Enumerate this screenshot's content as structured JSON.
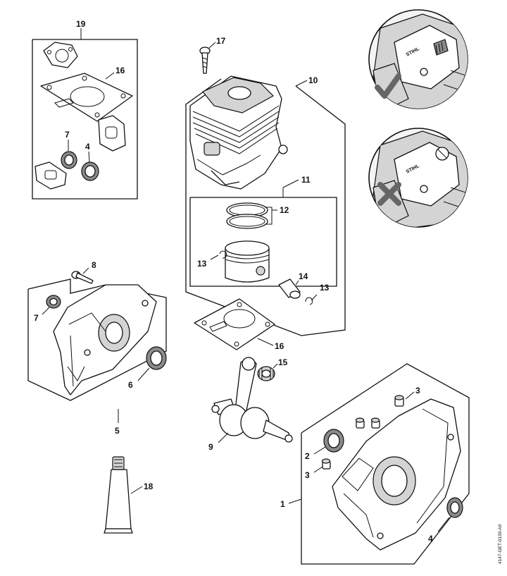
{
  "drawing_code": "4147-GET-0130-A0",
  "brand_text": "STIHL",
  "callouts": {
    "c19": "19",
    "c16a": "16",
    "c7a": "7",
    "c4a": "4",
    "c17": "17",
    "c10": "10",
    "c11": "11",
    "c12": "12",
    "c13a": "13",
    "c14": "14",
    "c13b": "13",
    "c16b": "16",
    "c8": "8",
    "c7b": "7",
    "c6": "6",
    "c5": "5",
    "c15": "15",
    "c9": "9",
    "c18": "18",
    "c3a": "3",
    "c2": "2",
    "c3b": "3",
    "c1": "1",
    "c4b": "4"
  },
  "indicators": {
    "correct": "check-mark-icon",
    "incorrect": "cross-mark-icon"
  }
}
